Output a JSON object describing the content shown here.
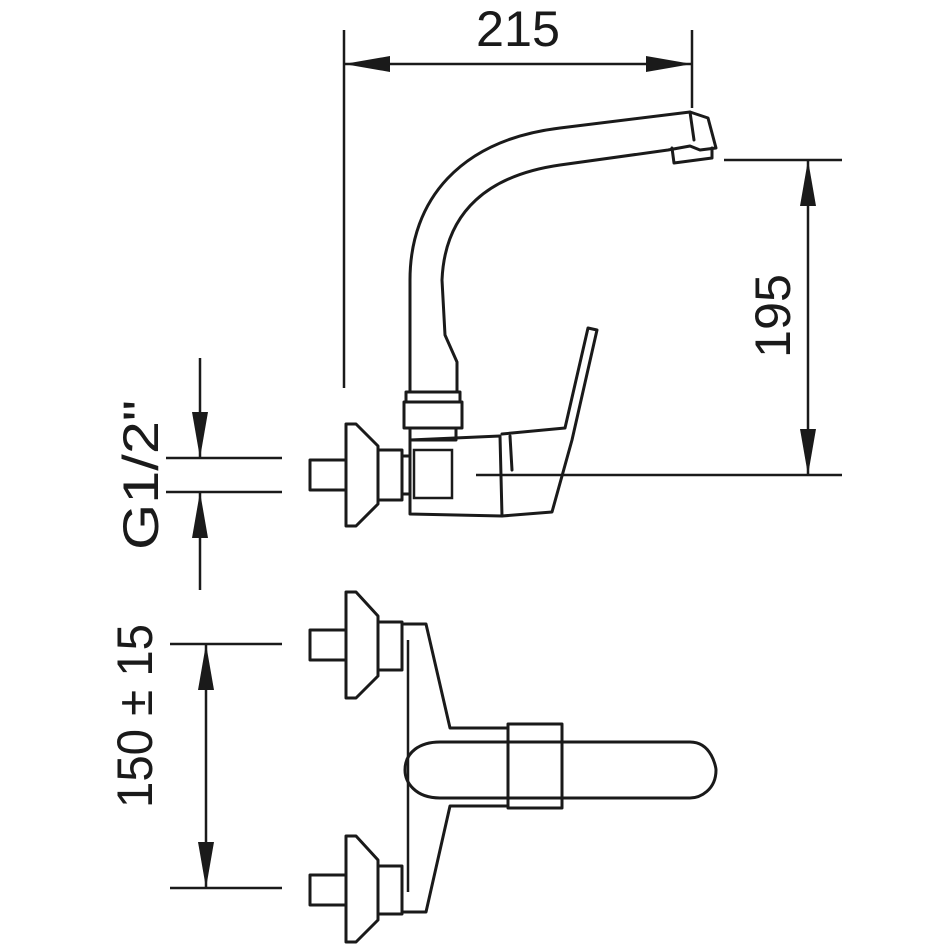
{
  "dimensions": {
    "width_top": "215",
    "height_right": "195",
    "thread": "G1/2\"",
    "spacing": "150 ± 15"
  },
  "colors": {
    "line": "#1a1a1a",
    "background": "#ffffff"
  }
}
